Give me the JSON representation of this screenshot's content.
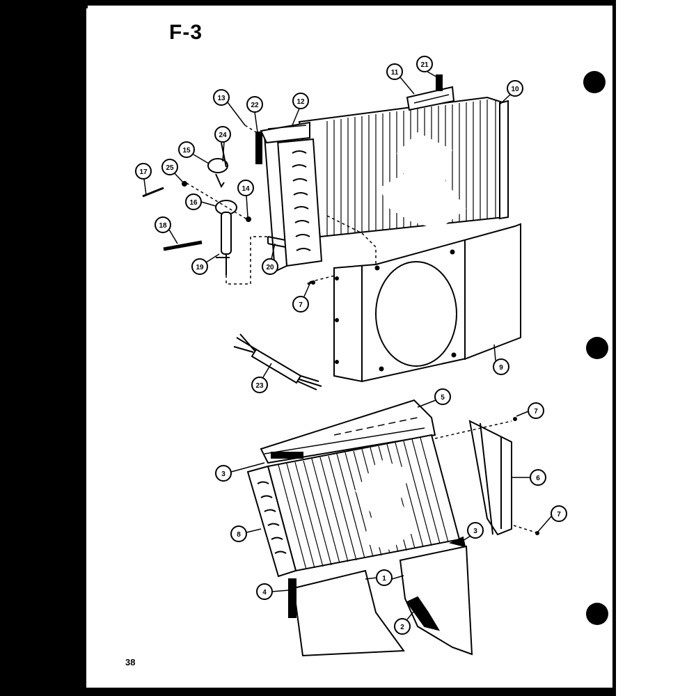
{
  "page": {
    "title": "F-3",
    "page_number": "38"
  },
  "callouts": [
    "13",
    "22",
    "12",
    "11",
    "21",
    "10",
    "24",
    "15",
    "17",
    "25",
    "14",
    "16",
    "18",
    "19",
    "20",
    "7",
    "9",
    "23",
    "5",
    "7",
    "3",
    "6",
    "8",
    "3",
    "7",
    "1",
    "4",
    "2"
  ],
  "colors": {
    "ink": "#000000",
    "paper": "#ffffff"
  }
}
